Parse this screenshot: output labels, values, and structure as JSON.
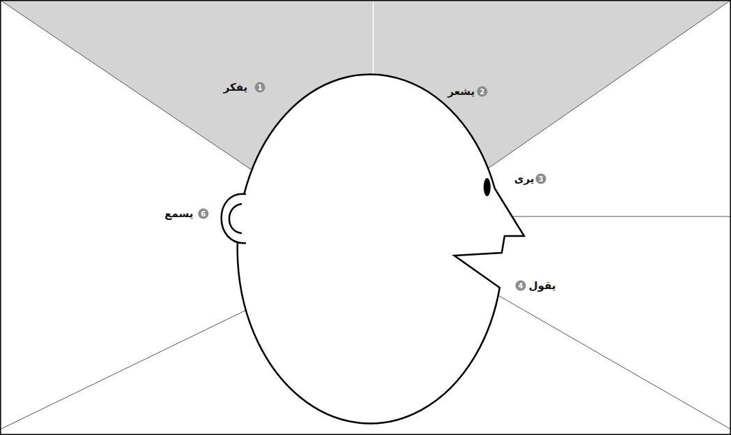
{
  "diagram": {
    "labels": [
      "1",
      "يفكر",
      "2",
      "يشعر",
      "3",
      "يرى",
      "4",
      "يقول",
      "6",
      "يسمع"
    ]
  }
}
